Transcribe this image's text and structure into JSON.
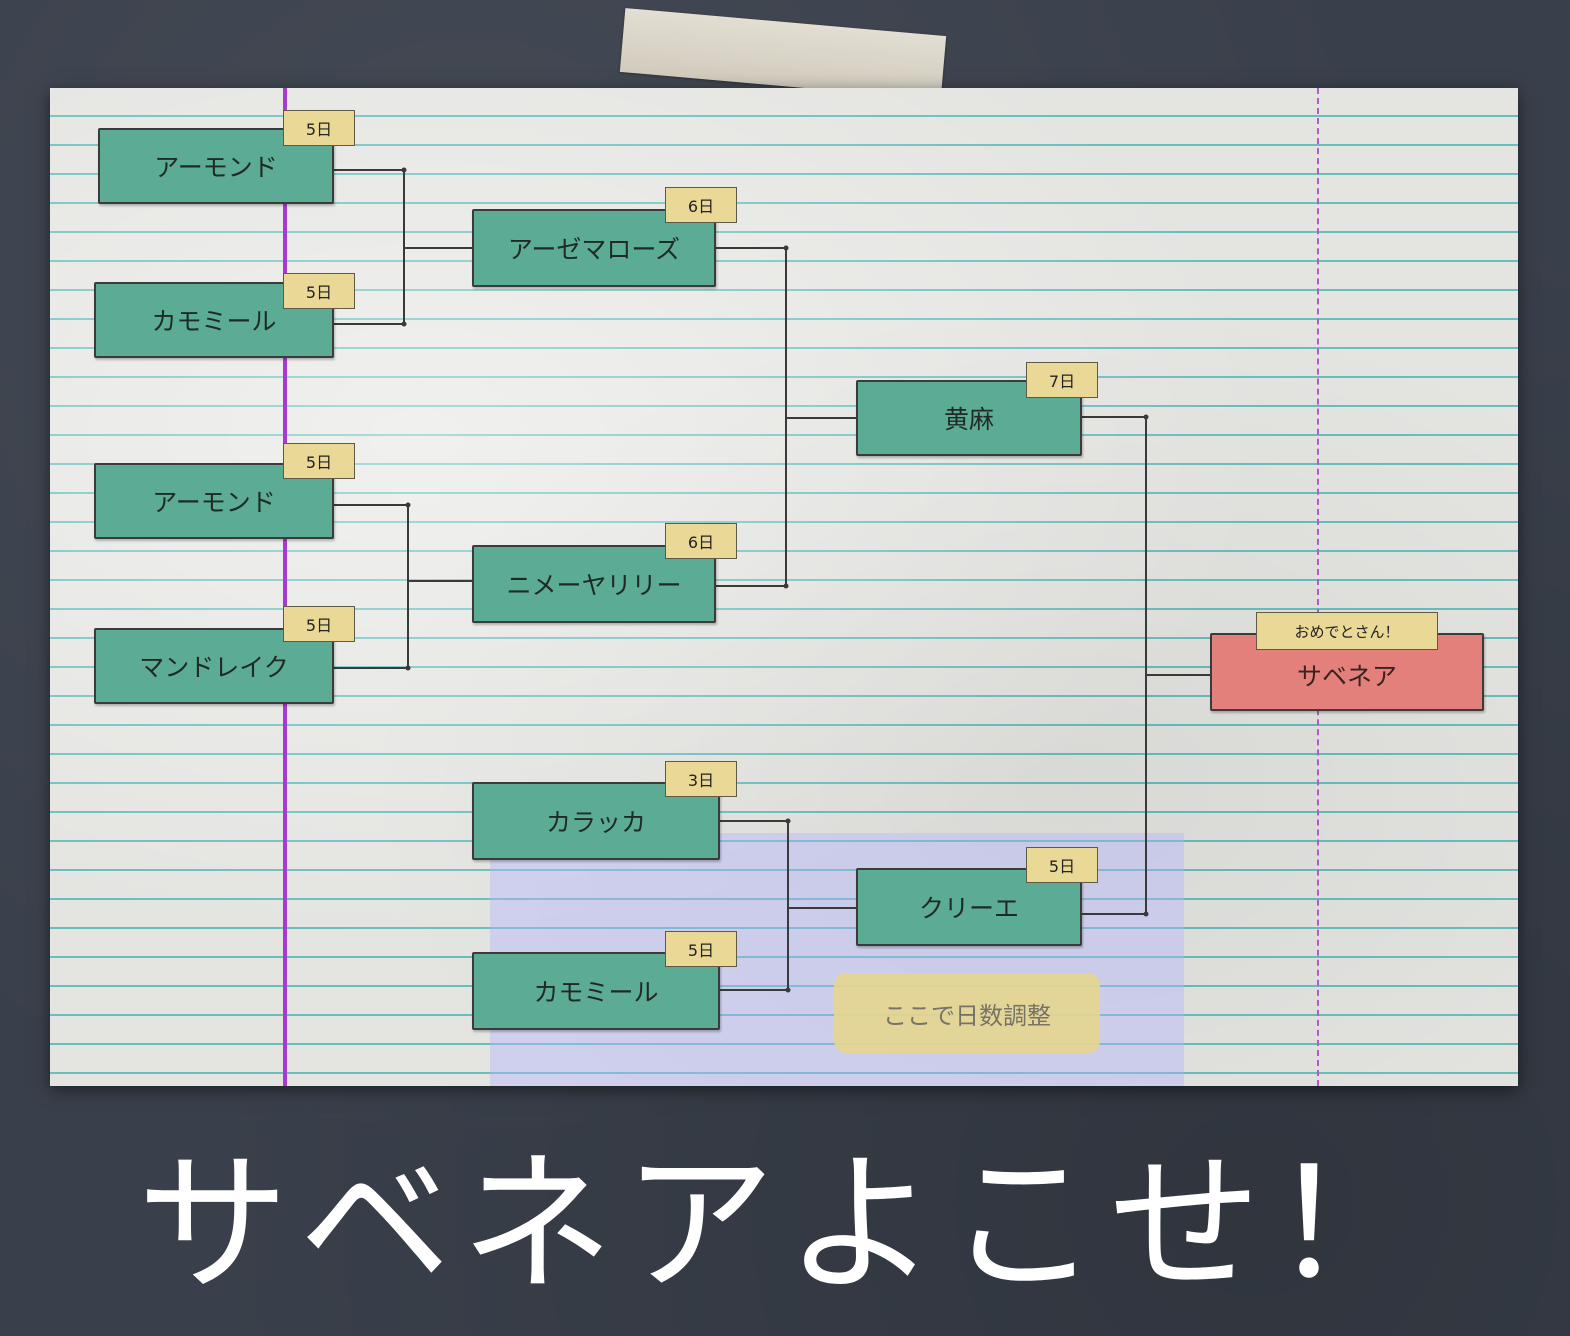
{
  "bracket": {
    "round1": [
      {
        "label": "アーモンド",
        "days": "5日"
      },
      {
        "label": "カモミール",
        "days": "5日"
      },
      {
        "label": "アーモンド",
        "days": "5日"
      },
      {
        "label": "マンドレイク",
        "days": "5日"
      }
    ],
    "round2": [
      {
        "label": "アーゼマローズ",
        "days": "6日"
      },
      {
        "label": "ニメーヤリリー",
        "days": "6日"
      }
    ],
    "round3": {
      "label": "黄麻",
      "days": "7日"
    },
    "side": [
      {
        "label": "カラッカ",
        "days": "3日"
      },
      {
        "label": "カモミール",
        "days": "5日"
      }
    ],
    "side_final": {
      "label": "クリーエ",
      "days": "5日"
    },
    "champion": {
      "label": "サベネア",
      "banner": "おめでとさん！"
    },
    "adjust_note": "ここで日数調整"
  },
  "slogan": "サベネアよこせ！",
  "colors": {
    "node": "#5bab95",
    "champion": "#e4807b",
    "badge": "#ead896",
    "adjust_zone": "#b0b6ff"
  }
}
